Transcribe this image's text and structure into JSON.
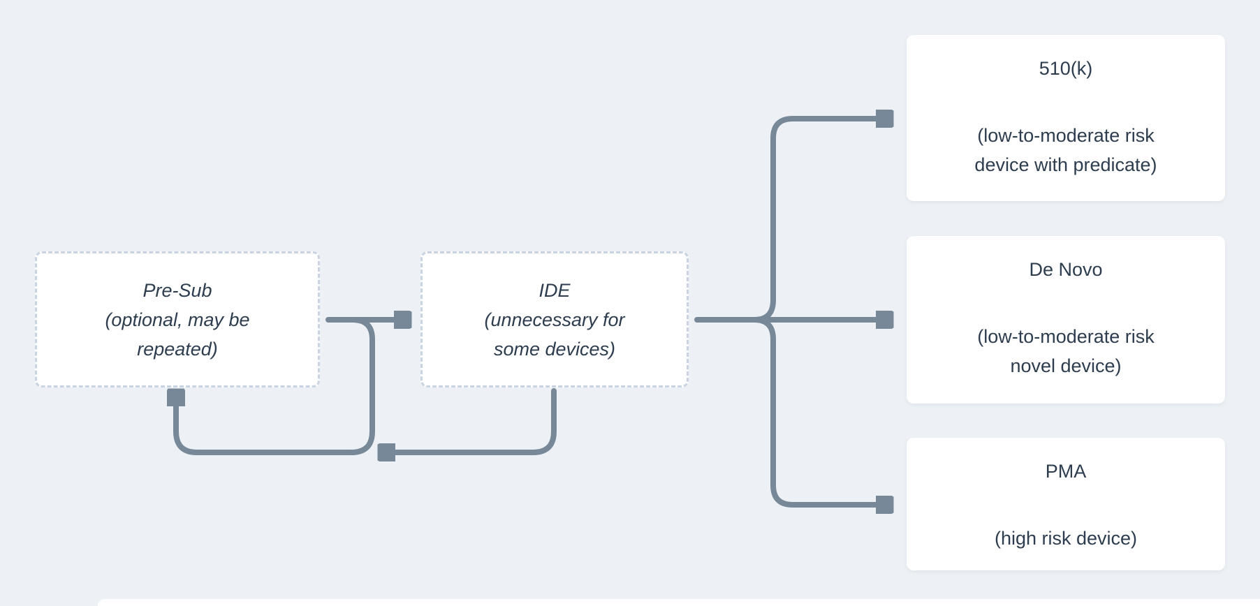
{
  "colors": {
    "background": "#edf1f5",
    "arrow": "#778899",
    "text": "#2d3c4e",
    "dashed_border": "#c9d3e1",
    "node_fill": "#ffffff"
  },
  "nodes": {
    "presub": {
      "line1": "Pre-Sub",
      "line2": "(optional, may be",
      "line3": "repeated)"
    },
    "ide": {
      "line1": "IDE",
      "line2": "(unnecessary for",
      "line3": "some devices)"
    },
    "k510": {
      "title": "510(k)",
      "desc1": "(low-to-moderate risk",
      "desc2": "device with predicate)"
    },
    "denovo": {
      "title": "De Novo",
      "desc1": "(low-to-moderate risk",
      "desc2": "novel device)"
    },
    "pma": {
      "title": "PMA",
      "desc1": "(high risk device)"
    }
  }
}
